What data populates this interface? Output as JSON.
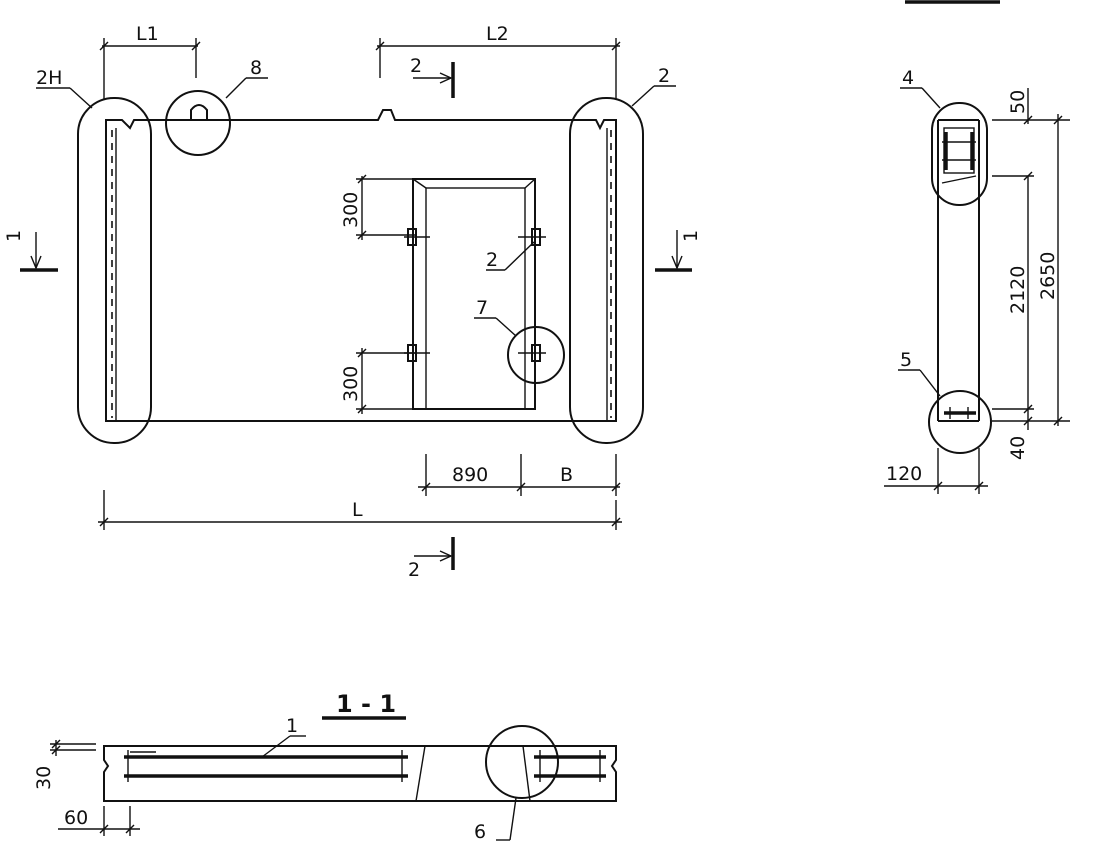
{
  "dimensions": {
    "l1": "L1",
    "l2": "L2",
    "l": "L",
    "d890": "890",
    "b": "B",
    "d300_top": "300",
    "d300_bottom": "300",
    "d50": "50",
    "d2120": "2120",
    "d2650": "2650",
    "d40": "40",
    "d120": "120",
    "d30": "30",
    "d60": "60"
  },
  "callouts": {
    "c2h": "2H",
    "c8": "8",
    "c2_right": "2",
    "c2_door": "2",
    "c7": "7",
    "c4": "4",
    "c5": "5",
    "c1_bar": "1",
    "c6": "6"
  },
  "section_marks": {
    "cut1_left": "1",
    "cut1_right": "1",
    "cut2_top": "2",
    "cut2_bottom": "2"
  },
  "section_title": "1 - 1"
}
